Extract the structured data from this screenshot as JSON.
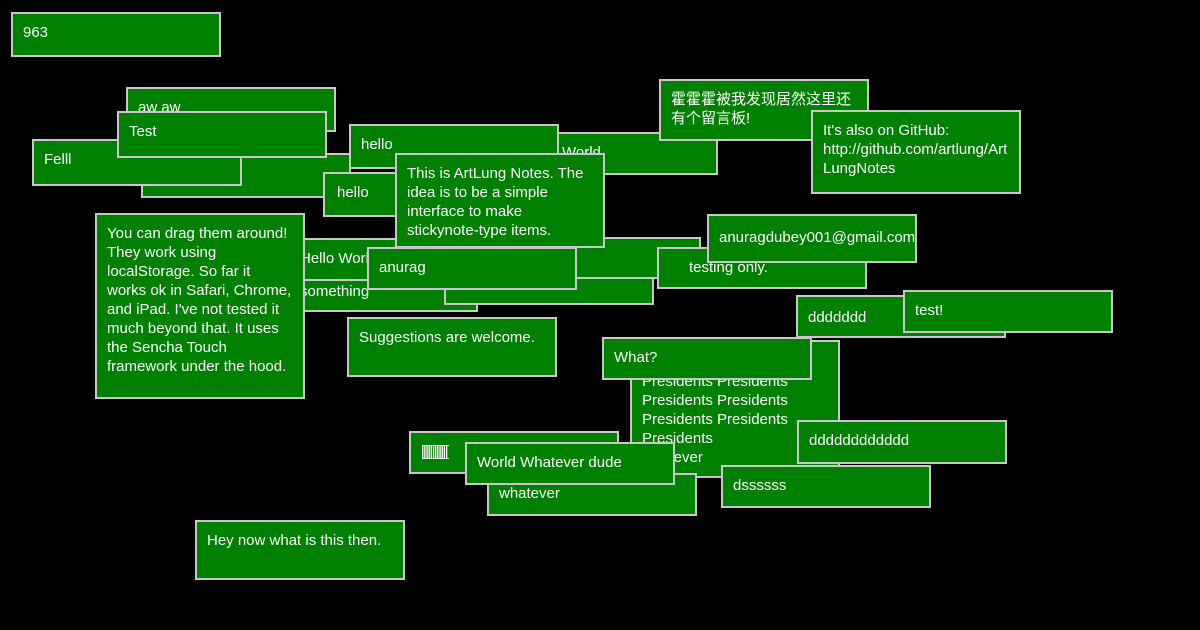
{
  "notes": [
    {
      "text": "963"
    },
    {
      "text": "aw aw"
    },
    {
      "text": "Test"
    },
    {
      "text": "Felll"
    },
    {
      "text": "hello"
    },
    {
      "text": "hello"
    },
    {
      "text": "World"
    },
    {
      "text": "This is ArtLung Notes. The idea is to be a simple interface to make stickynote-type items."
    },
    {
      "text": "霍霍霍被我发现居然这里还有个留言板!"
    },
    {
      "text": "It's also on GitHub: http://github.com/artlung/ArtLungNotes"
    },
    {
      "text": "Hello World"
    },
    {
      "text": "something"
    },
    {
      "text": ""
    },
    {
      "text": ""
    },
    {
      "text": ""
    },
    {
      "text": "anurag"
    },
    {
      "text": "You can drag them around! They work using localStorage. So far it works ok in Safari, Chrome, and iPad. I've not tested it much beyond that. It uses the Sencha Touch framework under the hood."
    },
    {
      "text": "anuragdubey001@gmail.com"
    },
    {
      "text": "testing only."
    },
    {
      "text": "ddddddd"
    },
    {
      "text": "test!"
    },
    {
      "text": "Suggestions are welcome."
    },
    {
      "text": "Presidents Presidents Presidents Presidents Presidents Presidents Presidents\nwhatever"
    },
    {
      "text": "What?"
    },
    {
      "text": "dddddddddddd"
    },
    {
      "text": "[[[[[[[[[[[["
    },
    {
      "text": "World Whatever dude"
    },
    {
      "text": "whatever"
    },
    {
      "text": "dssssss"
    },
    {
      "text": "Hey now what is this then."
    }
  ]
}
